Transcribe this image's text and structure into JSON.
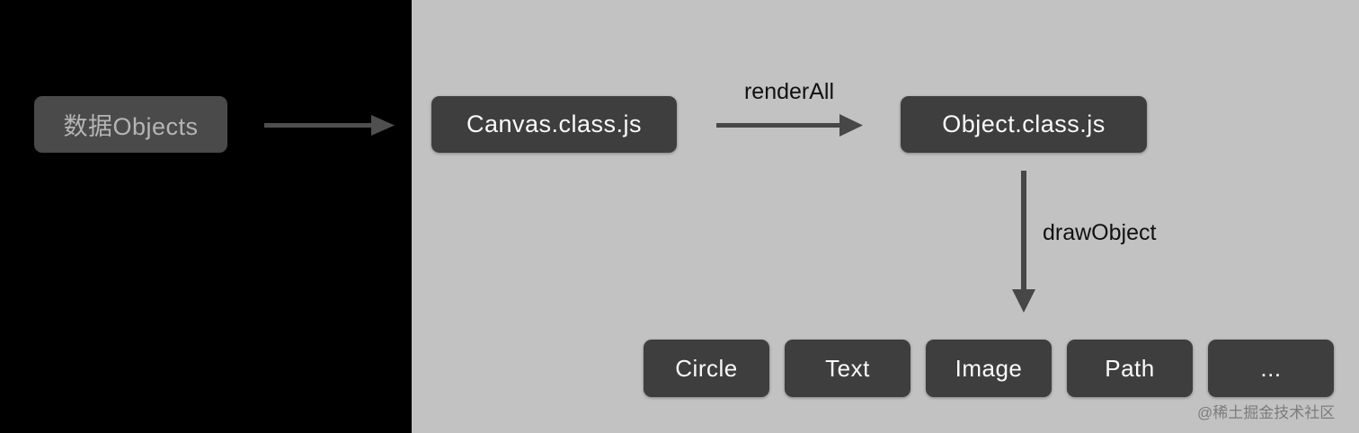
{
  "diagram": {
    "nodes": {
      "data_objects": {
        "label": "数据Objects"
      },
      "canvas_class": {
        "label": "Canvas.class.js"
      },
      "object_class": {
        "label": "Object.class.js"
      },
      "shapes": [
        {
          "label": "Circle"
        },
        {
          "label": "Text"
        },
        {
          "label": "Image"
        },
        {
          "label": "Path"
        },
        {
          "label": "..."
        }
      ]
    },
    "edges": {
      "render_all_label": "renderAll",
      "draw_object_label": "drawObject"
    },
    "colors": {
      "panel_black": "#000000",
      "background_gray": "#c2c2c2",
      "node_fill": "#3e3e3e",
      "node_fill_dark_panel": "#4a4a4a",
      "node_text": "#fafafa",
      "node_text_dim": "#b5b5b5",
      "arrow": "#4a4a4a",
      "edge_label_text": "#111111"
    }
  },
  "watermark": {
    "text": "@稀土掘金技术社区"
  }
}
